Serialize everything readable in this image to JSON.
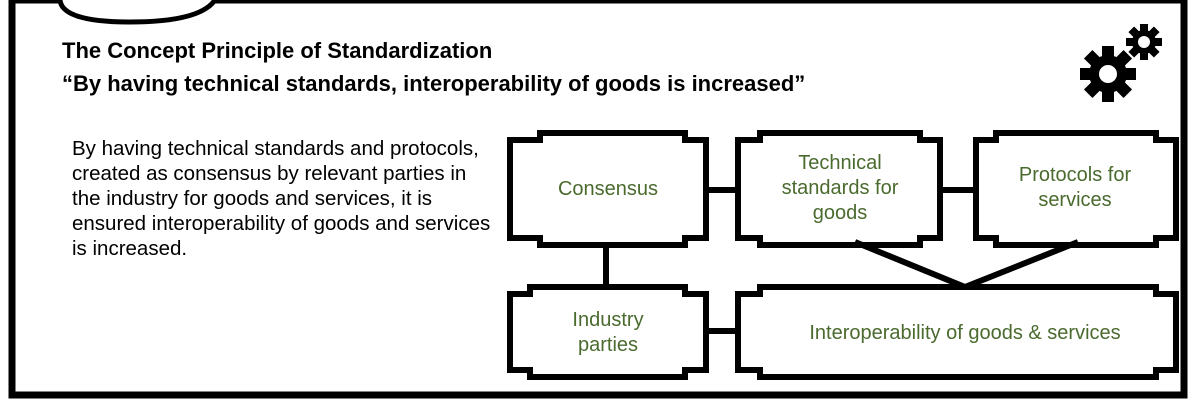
{
  "title_line1": "The Concept Principle of Standardization",
  "title_line2": "“By having technical standards, interoperability of goods is increased”",
  "description": "By having technical standards and protocols, created as consensus by relevant parties in the industry for goods and services, it is ensured interoperability of goods and services is increased.",
  "icon": "gears-icon",
  "colors": {
    "node_text": "#4a6a2e",
    "border": "#000000"
  },
  "nodes": {
    "consensus": "Consensus",
    "technical": "Technical standards for goods",
    "protocols": "Protocols for services",
    "industry": "Industry parties",
    "interop": "Interoperability of goods & services"
  }
}
